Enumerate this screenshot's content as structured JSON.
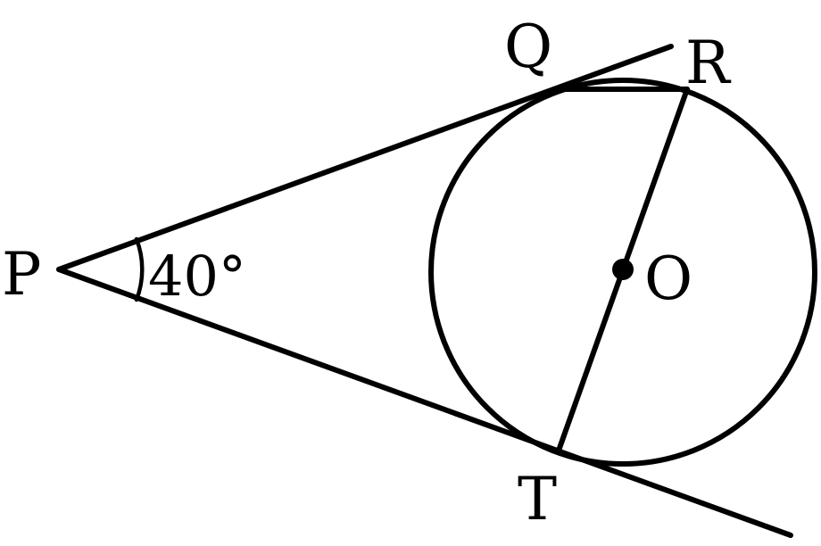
{
  "labels": {
    "P": "P",
    "Q": "Q",
    "R": "R",
    "T": "T",
    "O": "O"
  },
  "angle": {
    "text": "40°"
  }
}
